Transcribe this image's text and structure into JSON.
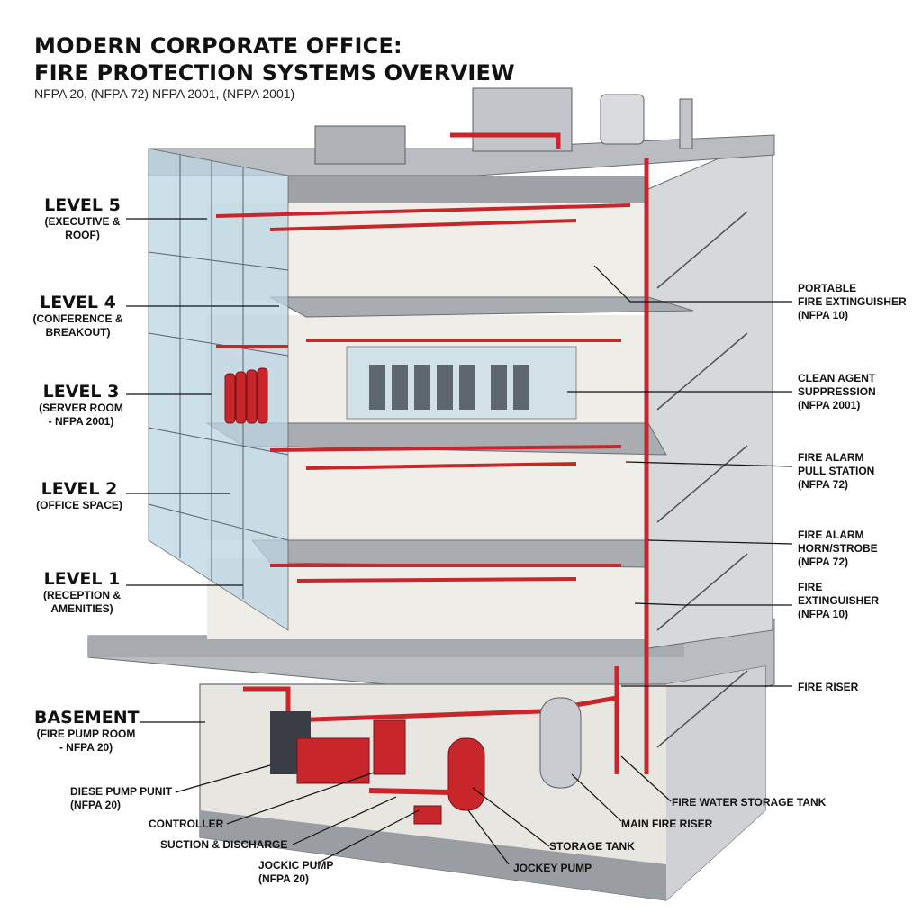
{
  "title": {
    "line1": "MODERN CORPORATE OFFICE:",
    "line2": "FIRE PROTECTION SYSTEMS OVERVIEW",
    "subtitle": "NFPA 20, (NFPA 72) NFPA 2001, (NFPA 2001)"
  },
  "levels": [
    {
      "name": "LEVEL 5",
      "line1": "(EXECUTIVE &",
      "line2": "ROOF)"
    },
    {
      "name": "LEVEL 4",
      "line1": "(CONFERENCE &",
      "line2": "BREAKOUT)"
    },
    {
      "name": "LEVEL 3",
      "line1": "(SERVER ROOM",
      "line2": "- NFPA 2001)"
    },
    {
      "name": "LEVEL 2",
      "line1": "(OFFICE SPACE)",
      "line2": ""
    },
    {
      "name": "LEVEL 1",
      "line1": "(RECEPTION &",
      "line2": "AMENITIES)"
    },
    {
      "name": "BASEMENT",
      "line1": "(FIRE PUMP ROOM",
      "line2": "- NFPA 20)"
    }
  ],
  "right_labels": [
    {
      "line1": "PORTABLE",
      "line2": "FIRE EXTINGUISHER",
      "line3": "(NFPA 10)"
    },
    {
      "line1": "CLEAN AGENT",
      "line2": "SUPPRESSION",
      "line3": "(NFPA 2001)"
    },
    {
      "line1": "FIRE ALARM",
      "line2": "PULL STATION",
      "line3": "(NFPA 72)"
    },
    {
      "line1": "FIRE ALARM",
      "line2": "HORN/STROBE",
      "line3": "(NFPA 72)"
    },
    {
      "line1": "FIRE",
      "line2": "EXTINGUISHER",
      "line3": "(NFPA 10)"
    },
    {
      "line1": "FIRE RISER",
      "line2": "",
      "line3": ""
    }
  ],
  "bottom_labels": {
    "diesel_pump": {
      "line1": "DIESE PUMP PUNIT",
      "line2": "(NFPA 20)"
    },
    "controller": "CONTROLLER",
    "suction_discharge": "SUCTION & DISCHARGE",
    "jockic_pump": {
      "line1": "JOCKIC PUMP",
      "line2": "(NFPA 20)"
    },
    "jockey_pump": "JOCKEY PUMP",
    "storage_tank": "STORAGE TANK",
    "main_fire_riser": "MAIN FIRE RISER",
    "fire_water_storage_tank": "FIRE WATER STORAGE TANK"
  },
  "colors": {
    "pipe_red": "#c8262b",
    "concrete": "#c9ccd0",
    "glass": "#bcd6e4",
    "wall": "#ecebe6",
    "steel": "#5b6066"
  }
}
